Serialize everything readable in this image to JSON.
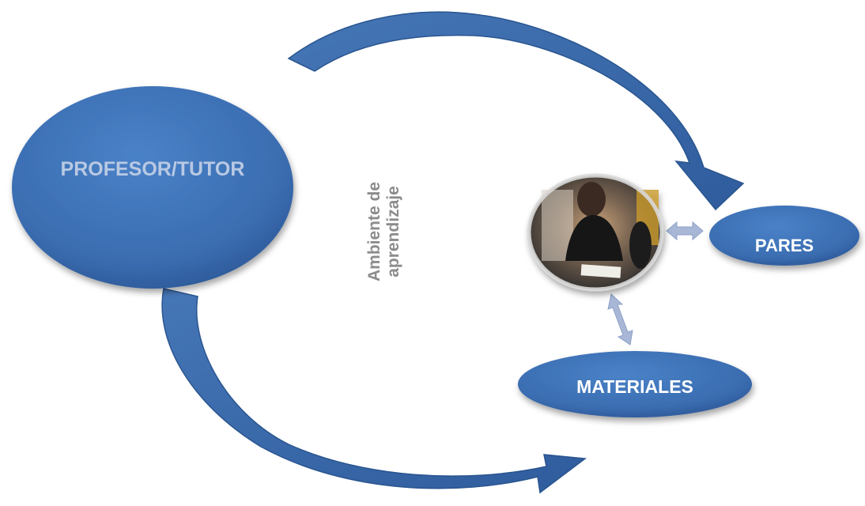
{
  "nodes": {
    "teacher": {
      "label": "PROFESOR/TUTOR"
    },
    "peers": {
      "label": "PARES"
    },
    "materials": {
      "label": "MATERIALES"
    },
    "student": {
      "image": "student-photo"
    }
  },
  "environment": {
    "line1": "Ambiente de",
    "line2": "aprendizaje"
  },
  "colors": {
    "node_fill": "#3f74b9",
    "node_dark": "#2a5590",
    "teacher_text": "#b9c9e3",
    "node_text": "#ffffff",
    "arrow_fill": "#3a68a8",
    "connector": "#a8b7d6",
    "env_text": "#8c8c8c"
  }
}
